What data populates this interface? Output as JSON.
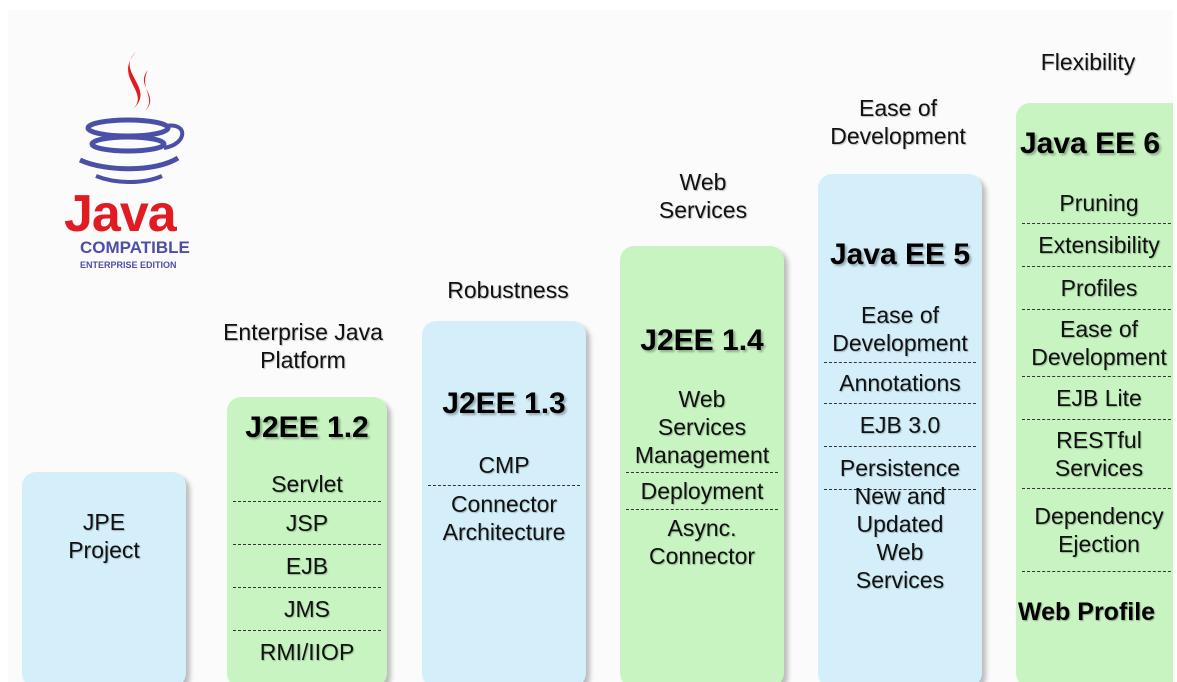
{
  "logo": {
    "wordmark": "Java",
    "line1": "COMPATIBLE",
    "line2": "ENTERPRISE EDITION"
  },
  "columns": [
    {
      "theme": "",
      "version": "",
      "title": "JPE Project",
      "features": []
    },
    {
      "theme": "Enterprise Java Platform",
      "version": "J2EE 1.2",
      "features": [
        "Servlet",
        "JSP",
        "EJB",
        "JMS",
        "RMI/IIOP"
      ]
    },
    {
      "theme": "Robustness",
      "version": "J2EE 1.3",
      "features": [
        "CMP",
        "Connector Architecture"
      ]
    },
    {
      "theme": "Web Services",
      "version": "J2EE 1.4",
      "features": [
        "Web Services Management",
        "Deployment",
        "Async. Connector"
      ]
    },
    {
      "theme": "Ease of Development",
      "version": "Java EE 5",
      "features": [
        "Ease of Development",
        "Annotations",
        "EJB 3.0",
        "Persistence",
        "New and Updated Web Services"
      ]
    },
    {
      "theme": "Flexibility",
      "version": "Java EE 6",
      "features": [
        "Pruning",
        "Extensibility",
        "Profiles",
        "Ease of Development",
        "EJB Lite",
        "RESTful Services",
        "Dependency Ejection"
      ],
      "footer": "Web Profile"
    }
  ],
  "colors": {
    "blue_box": "#d4effa",
    "green_box": "#c8f4c2",
    "java_red": "#e11b22",
    "java_blue": "#4b4fa6"
  }
}
